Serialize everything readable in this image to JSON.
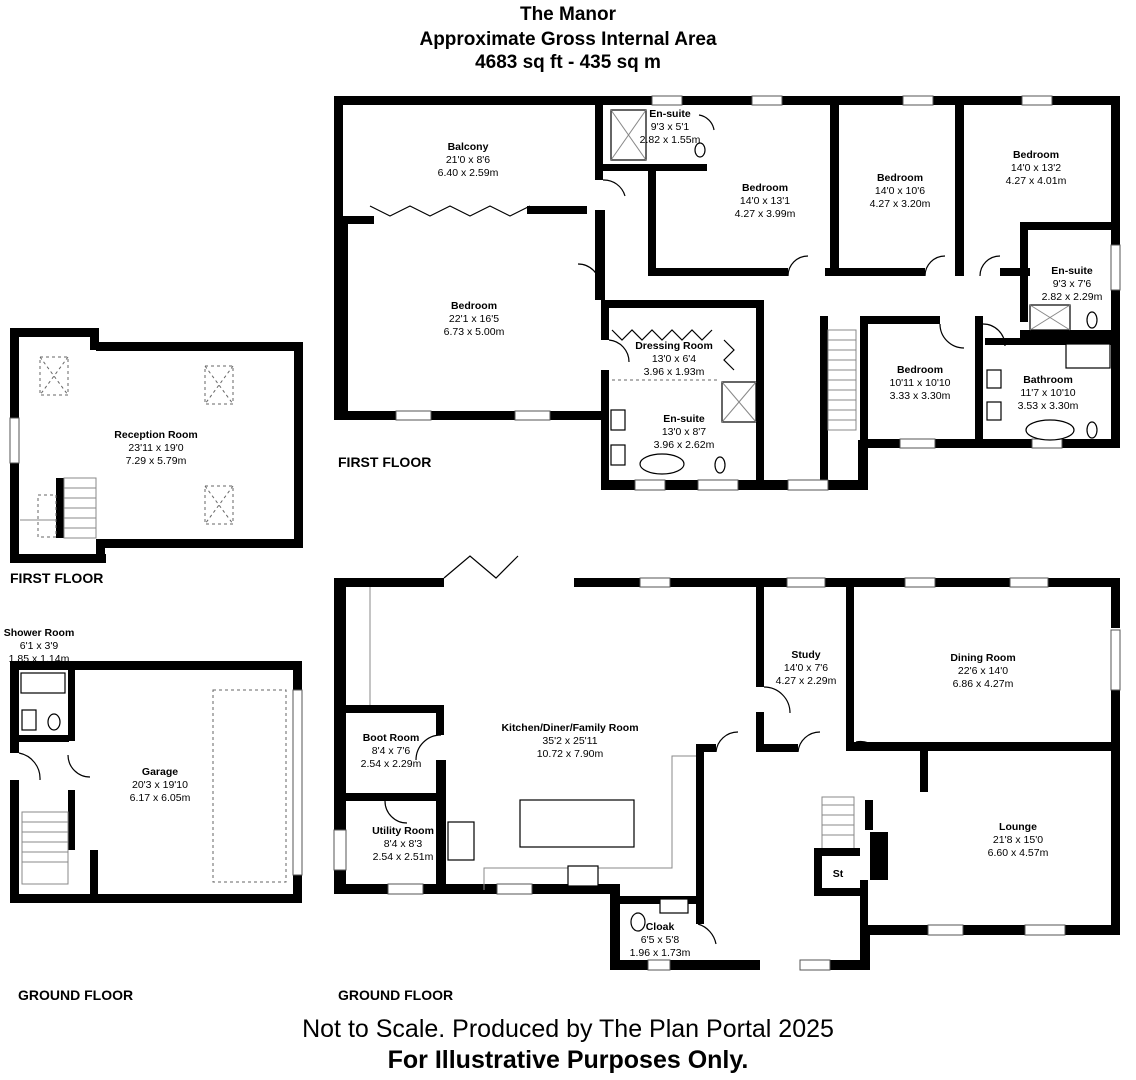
{
  "header": {
    "property_name": "The Manor",
    "area_title": "Approximate Gross Internal Area",
    "area_value": "4683 sq ft - 435 sq m"
  },
  "floor_labels": {
    "first_main": "FIRST FLOOR",
    "first_annex": "FIRST FLOOR",
    "ground_main": "GROUND FLOOR",
    "ground_annex": "GROUND FLOOR"
  },
  "rooms": {
    "balcony": {
      "name": "Balcony",
      "imperial": "21'0 x 8'6",
      "metric": "6.40 x 2.59m"
    },
    "bedroom_master": {
      "name": "Bedroom",
      "imperial": "22'1 x 16'5",
      "metric": "6.73 x 5.00m"
    },
    "ensuite_1": {
      "name": "En-suite",
      "imperial": "9'3 x 5'1",
      "metric": "2.82 x 1.55m"
    },
    "bedroom_2": {
      "name": "Bedroom",
      "imperial": "14'0 x 13'1",
      "metric": "4.27 x 3.99m"
    },
    "bedroom_3": {
      "name": "Bedroom",
      "imperial": "14'0 x 10'6",
      "metric": "4.27 x 3.20m"
    },
    "bedroom_4": {
      "name": "Bedroom",
      "imperial": "14'0 x 13'2",
      "metric": "4.27 x 4.01m"
    },
    "ensuite_2": {
      "name": "En-suite",
      "imperial": "9'3 x 7'6",
      "metric": "2.82 x 2.29m"
    },
    "dressing_room": {
      "name": "Dressing Room",
      "imperial": "13'0 x 6'4",
      "metric": "3.96 x 1.93m"
    },
    "ensuite_3": {
      "name": "En-suite",
      "imperial": "13'0 x 8'7",
      "metric": "3.96 x 2.62m"
    },
    "bedroom_5": {
      "name": "Bedroom",
      "imperial": "10'11 x 10'10",
      "metric": "3.33 x 3.30m"
    },
    "bathroom": {
      "name": "Bathroom",
      "imperial": "11'7 x 10'10",
      "metric": "3.53 x 3.30m"
    },
    "reception_room": {
      "name": "Reception Room",
      "imperial": "23'11 x 19'0",
      "metric": "7.29 x 5.79m"
    },
    "shower_room": {
      "name": "Shower Room",
      "imperial": "6'1 x 3'9",
      "metric": "1.85 x 1.14m"
    },
    "garage": {
      "name": "Garage",
      "imperial": "20'3 x 19'10",
      "metric": "6.17 x 6.05m"
    },
    "kitchen": {
      "name": "Kitchen/Diner/Family Room",
      "imperial": "35'2 x 25'11",
      "metric": "10.72 x 7.90m"
    },
    "boot_room": {
      "name": "Boot Room",
      "imperial": "8'4 x 7'6",
      "metric": "2.54 x 2.29m"
    },
    "utility_room": {
      "name": "Utility Room",
      "imperial": "8'4 x 8'3",
      "metric": "2.54 x 2.51m"
    },
    "study": {
      "name": "Study",
      "imperial": "14'0 x 7'6",
      "metric": "4.27 x 2.29m"
    },
    "dining_room": {
      "name": "Dining Room",
      "imperial": "22'6 x 14'0",
      "metric": "6.86 x 4.27m"
    },
    "lounge": {
      "name": "Lounge",
      "imperial": "21'8 x 15'0",
      "metric": "6.60 x 4.57m"
    },
    "cloak": {
      "name": "Cloak",
      "imperial": "6'5 x 5'8",
      "metric": "1.96 x 1.73m"
    },
    "store": {
      "name": "St"
    }
  },
  "footer": {
    "line1": "Not to Scale. Produced by The Plan Portal 2025",
    "line2": "For Illustrative Purposes Only."
  }
}
